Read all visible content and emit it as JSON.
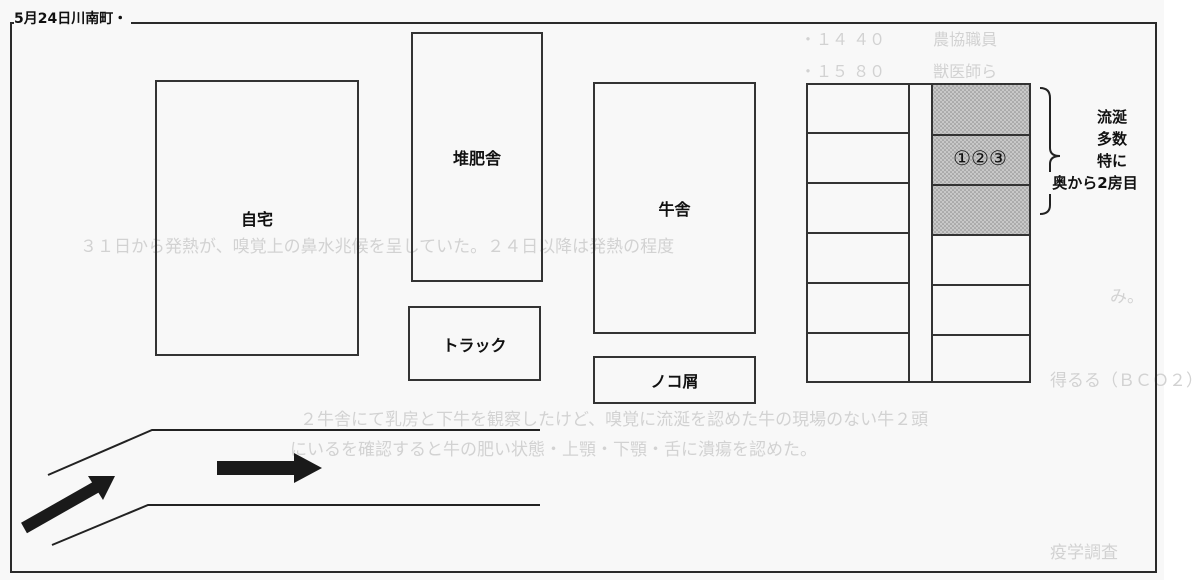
{
  "header": {
    "title": "5月24日川南町・"
  },
  "buildings": {
    "home": "自宅",
    "compost_shed": "堆肥舎",
    "cattle_barn": "牛舎",
    "truck": "トラック",
    "sawdust": "ノコ屑"
  },
  "shed": {
    "case_markers": "①②③",
    "annotation": [
      "流涎",
      "多数",
      "特に",
      "奥から2房目"
    ]
  },
  "background_text": {
    "line1": "・１４ ４０　　　農協職員",
    "line2": "・１５ ８０　　　獣医師ら",
    "line3": "３１日から発熱が、嗅覚上の鼻水兆候を呈していた。２４日以降は発熱の程度",
    "line4": "み。",
    "line5": "得るる（ＢＣＯ２）",
    "line6": "２牛舎にて乳房と下牛を観察したけど、嗅覚に流涎を認めた牛の現場のない牛２頭",
    "line7": "にいるを確認すると牛の肥い状態・上顎・下顎・舌に潰瘍を認めた。",
    "line8": "疫学調査"
  },
  "colors": {
    "line": "#333333",
    "shade": "#bdbdbd",
    "arrow": "#1a1a1a"
  }
}
